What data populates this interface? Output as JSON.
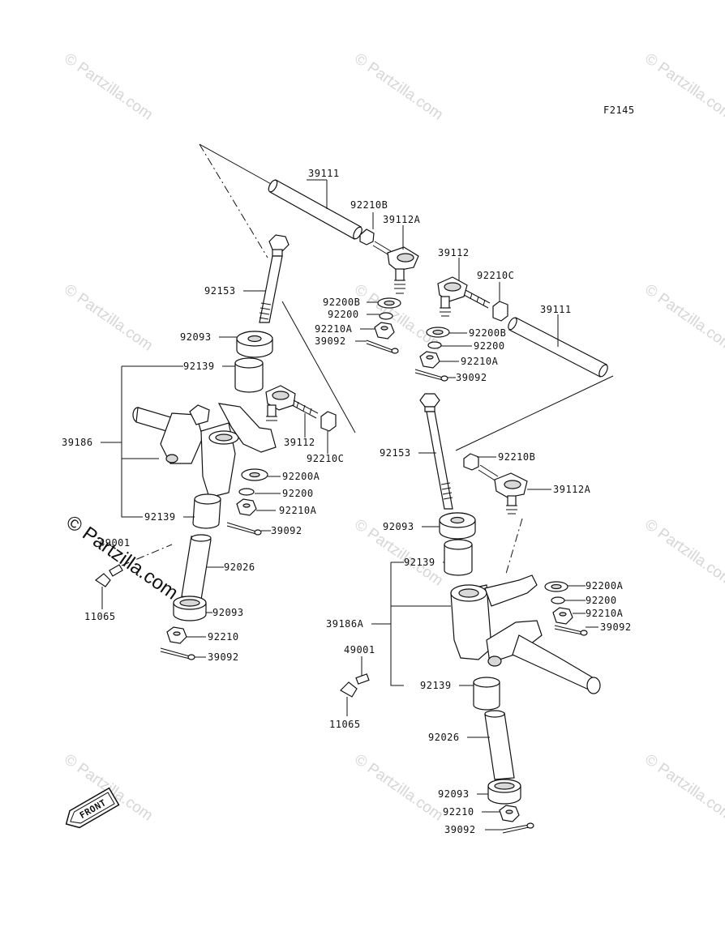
{
  "figure_code": "F2145",
  "watermark": {
    "text": "© Partzilla.com",
    "prominent": "© Partzilla.com"
  },
  "front_label": "FRONT",
  "left_assembly": {
    "tie_rod": "39111",
    "nut_b": "92210B",
    "tie_rod_end_a": "39112A",
    "bolt": "92153",
    "washer_92093_top": "92093",
    "bushing_top": "92139",
    "knuckle": "39186",
    "bushing_bottom": "92139",
    "tie_rod_end": "39112",
    "nut_c": "92210C",
    "washer_a": "92200A",
    "washer": "92200",
    "nut_a": "92210A",
    "cotter_pin_1": "39092",
    "nipple": "49001",
    "cap": "11065",
    "collar": "92026",
    "washer_92093_bottom": "92093",
    "nut": "92210",
    "cotter_pin_2": "39092"
  },
  "right_assembly": {
    "washer_b": "92200B",
    "washer_1": "92200",
    "nut_a_1": "92210A",
    "cotter_1": "39092",
    "tie_rod_end": "39112",
    "nut_c": "92210C",
    "tie_rod": "39111",
    "washer_b_2": "92200B",
    "washer_2": "92200",
    "nut_a_2": "92210A",
    "cotter_2": "39092",
    "bolt": "92153",
    "nut_b": "92210B",
    "tie_rod_end_a": "39112A",
    "washer_92093_top": "92093",
    "bushing_top": "92139",
    "washer_a": "92200A",
    "washer_3": "92200",
    "nut_a_3": "92210A",
    "cotter_3": "39092",
    "knuckle": "39186A",
    "nipple": "49001",
    "bushing_bottom": "92139",
    "cap": "11065",
    "collar": "92026",
    "washer_92093_bottom": "92093",
    "nut": "92210",
    "cotter_4": "39092"
  }
}
